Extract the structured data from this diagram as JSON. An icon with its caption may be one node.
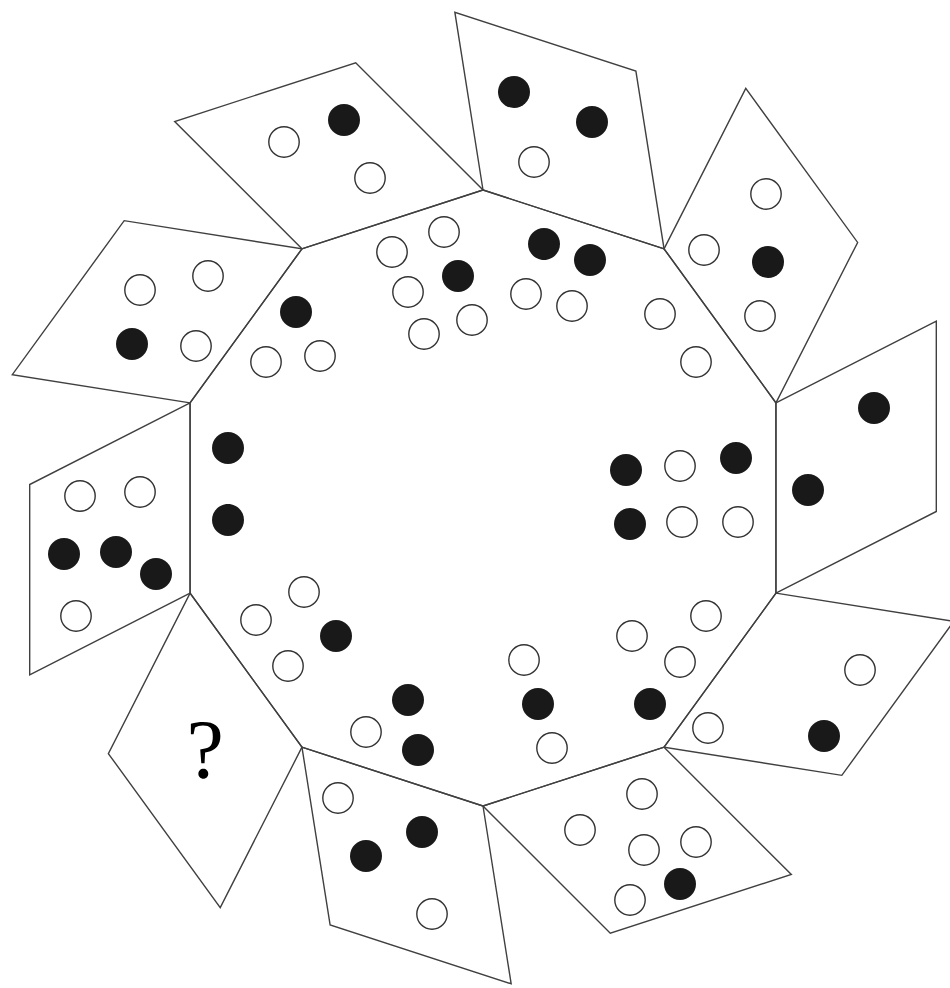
{
  "diagram": {
    "nodes": [
      {
        "text": [],
        "shape": "decagon"
      },
      {
        "text": [],
        "shape": "rhombus"
      },
      {
        "text": [],
        "shape": "rhombus"
      },
      {
        "text": [],
        "shape": "rhombus"
      },
      {
        "text": [],
        "shape": "rhombus"
      },
      {
        "text": [],
        "shape": "rhombus"
      },
      {
        "text": [],
        "shape": "rhombus"
      },
      {
        "text": [],
        "shape": "rhombus"
      },
      {
        "text": [
          "?"
        ]
      },
      {
        "text": [],
        "shape": "rhombus"
      },
      {
        "text": [],
        "shape": "rhombus"
      }
    ]
  }
}
